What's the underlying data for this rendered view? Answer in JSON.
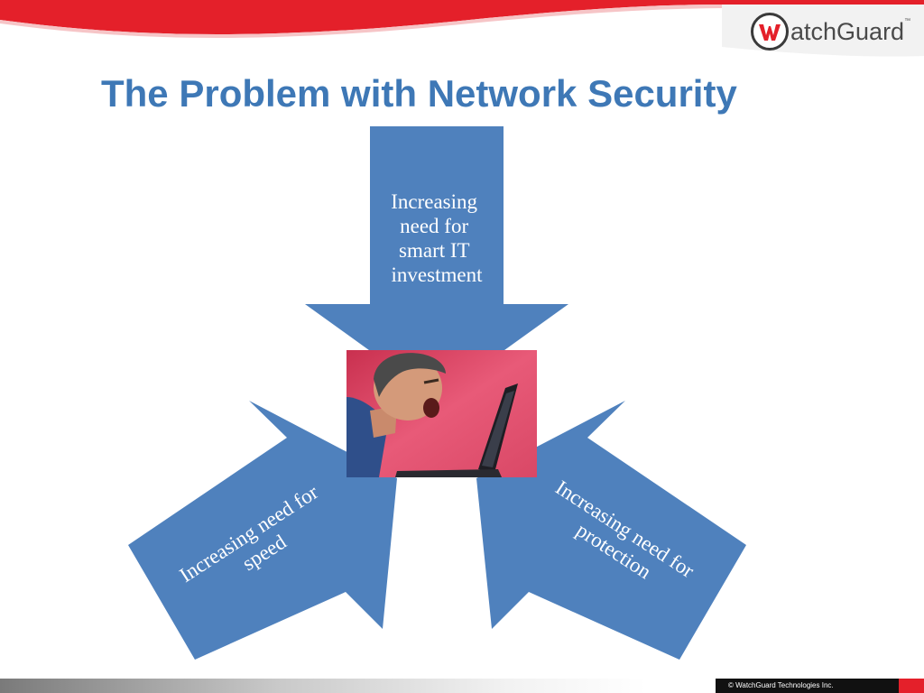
{
  "slide": {
    "title": "The Problem with Network Security",
    "copyright": "© WatchGuard Technologies Inc."
  },
  "logo": {
    "text": "atchGuard",
    "mark_icon": "watchguard-w-icon",
    "tm": "™"
  },
  "diagram": {
    "arrows": [
      {
        "id": "top",
        "lines": [
          "Increasing",
          "need for",
          "smart IT",
          "investment"
        ]
      },
      {
        "id": "left",
        "lines": [
          "Increasing need for",
          "speed"
        ]
      },
      {
        "id": "right",
        "lines": [
          "Increasing need for",
          "protection"
        ]
      }
    ],
    "center_photo": "frustrated-man-yelling-at-laptop-photo"
  },
  "colors": {
    "brand_red": "#e4202a",
    "arrow_blue": "#4f81bd",
    "title_blue": "#3e78b6",
    "photo_pink": "#e0506e"
  }
}
